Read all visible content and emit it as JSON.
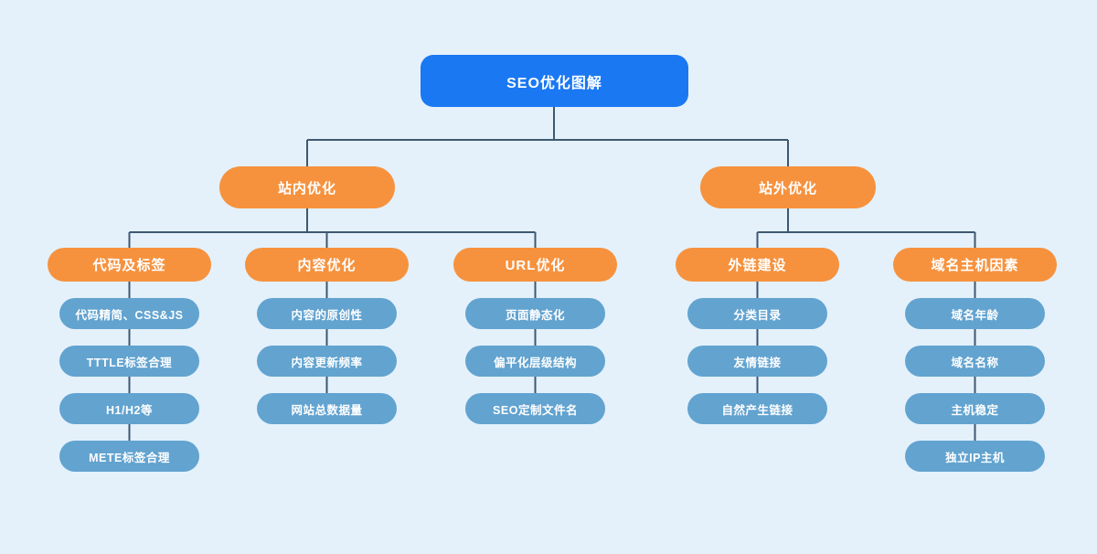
{
  "diagram": {
    "type": "tree",
    "title": "SEO优化图解",
    "colors": {
      "background": "#e4f1fb",
      "root_node": "#1a78f2",
      "branch_node": "#f6923e",
      "leaf_node": "#62a3d0",
      "connector_line": "#3e5870",
      "text": "#ffffff"
    },
    "tree": {
      "root": "SEO优化图解",
      "level2": [
        "站内优化",
        "站外优化"
      ],
      "columns": [
        {
          "header": "代码及标签",
          "parent": "站内优化",
          "items": [
            "代码精简、CSS&JS",
            "TTTLE标签合理",
            "H1/H2等",
            "METE标签合理"
          ]
        },
        {
          "header": "内容优化",
          "parent": "站内优化",
          "items": [
            "内容的原创性",
            "内容更新频率",
            "网站总数据量"
          ]
        },
        {
          "header": "URL优化",
          "parent": "站内优化",
          "items": [
            "页面静态化",
            "偏平化层级结构",
            "SEO定制文件名"
          ]
        },
        {
          "header": "外链建设",
          "parent": "站外优化",
          "items": [
            "分类目录",
            "友情链接",
            "自然产生链接"
          ]
        },
        {
          "header": "域名主机因素",
          "parent": "站外优化",
          "items": [
            "域名年龄",
            "域名名称",
            "主机稳定",
            "独立IP主机"
          ]
        }
      ]
    }
  }
}
